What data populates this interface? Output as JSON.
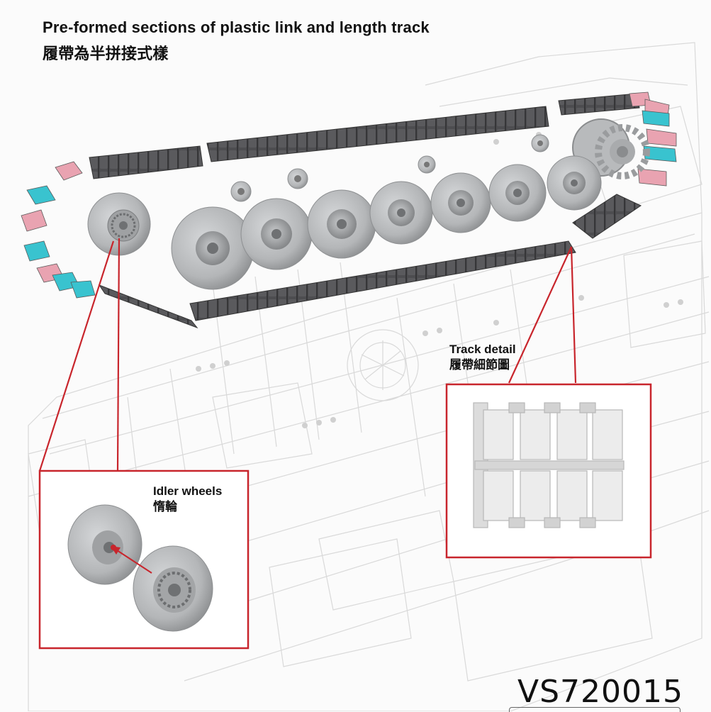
{
  "header": {
    "title_en": "Pre-formed sections of plastic link and length track",
    "title_zh": "履帶為半拼接式樣"
  },
  "callouts": {
    "track_detail_en": "Track detail",
    "track_detail_zh": "履帶細節圖",
    "idler_en": "Idler wheels",
    "idler_zh": "惰輪"
  },
  "product_code": "VS720015",
  "colors": {
    "callout_border": "#c8252c",
    "track": "#4a4a4c",
    "wheel": "#b9bbbd",
    "link_pink": "#e9a3b1",
    "link_cyan": "#39c3cf",
    "blueprint_line": "#d8d8d8"
  }
}
